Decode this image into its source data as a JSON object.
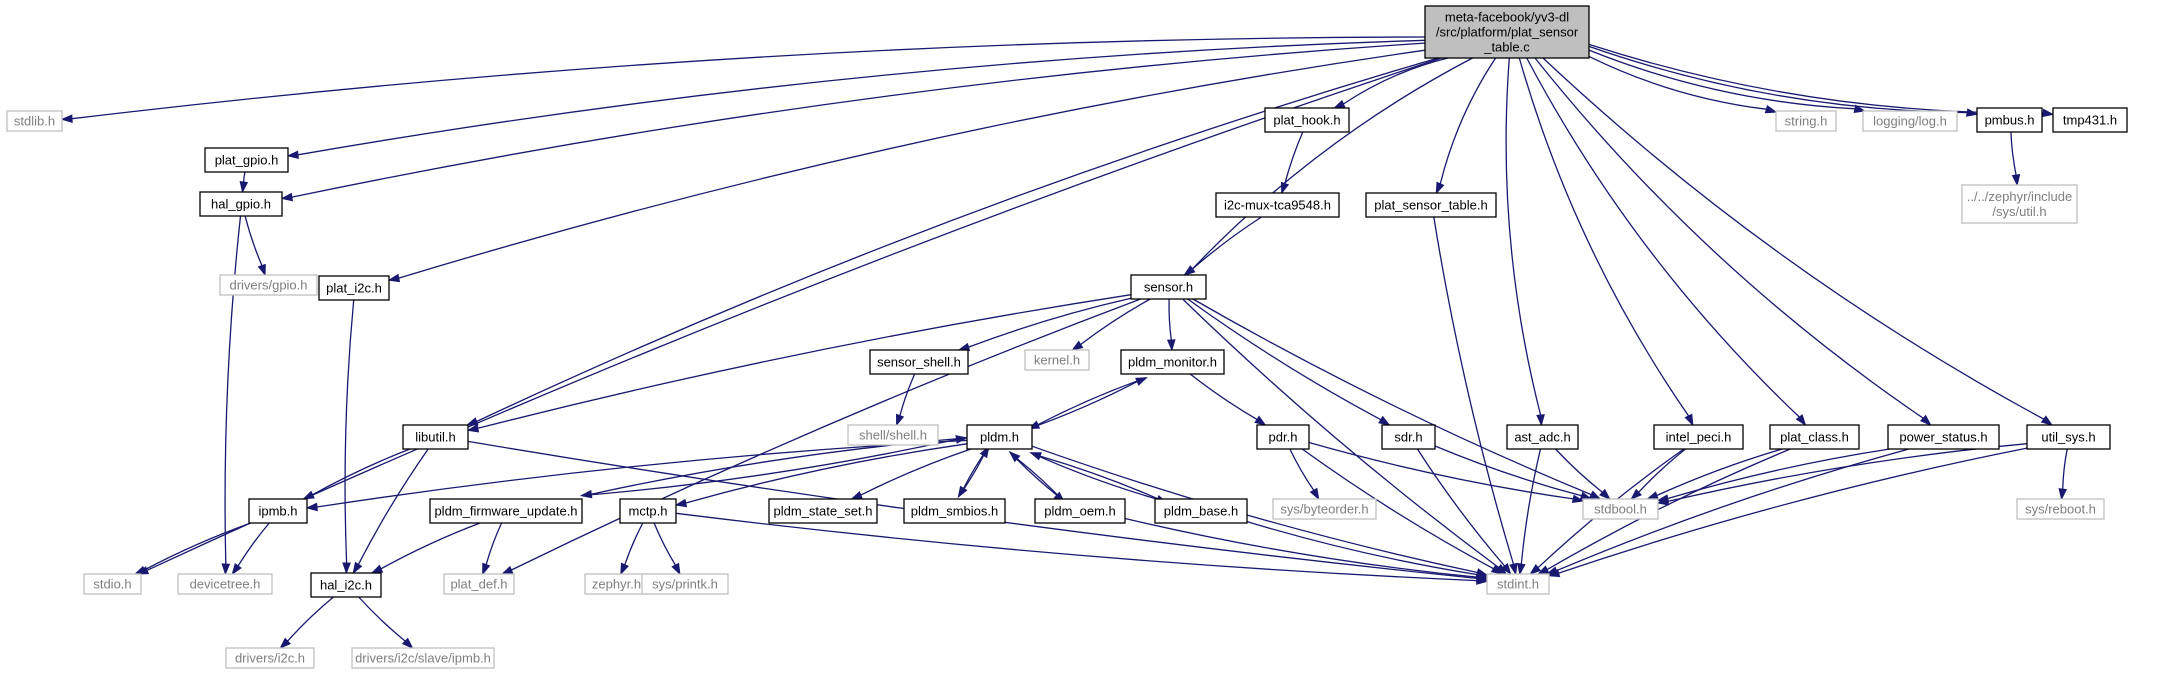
{
  "graph": {
    "root": {
      "lines": [
        "meta-facebook/yv3-dl",
        "/src/platform/plat_sensor",
        "_table.c"
      ]
    },
    "nodes": {
      "stdlib": "stdlib.h",
      "plat_gpio": "plat_gpio.h",
      "hal_gpio": "hal_gpio.h",
      "drivers_gpio": "drivers/gpio.h",
      "plat_i2c": "plat_i2c.h",
      "libutil": "libutil.h",
      "ipmb": "ipmb.h",
      "stdio": "stdio.h",
      "devicetree": "devicetree.h",
      "hal_i2c": "hal_i2c.h",
      "drivers_i2c": "drivers/i2c.h",
      "drivers_slave": "drivers/i2c/slave/ipmb.h",
      "plat_hook": "plat_hook.h",
      "mux": "i2c-mux-tca9548.h",
      "plat_sensor_table": "plat_sensor_table.h",
      "sensor": "sensor.h",
      "sensor_shell": "sensor_shell.h",
      "shell": "shell/shell.h",
      "kernel": "kernel.h",
      "pldm_monitor": "pldm_monitor.h",
      "pldm": "pldm.h",
      "pldm_fw": "pldm_firmware_update.h",
      "plat_def": "plat_def.h",
      "mctp": "mctp.h",
      "zephyr": "zephyr.h",
      "printk": "sys/printk.h",
      "pldm_state": "pldm_state_set.h",
      "pldm_smbios": "pldm_smbios.h",
      "pldm_oem": "pldm_oem.h",
      "pldm_base": "pldm_base.h",
      "pdr": "pdr.h",
      "byteorder": "sys/byteorder.h",
      "sdr": "sdr.h",
      "stdint": "stdint.h",
      "ast_adc": "ast_adc.h",
      "stdbool": "stdbool.h",
      "intel_peci": "intel_peci.h",
      "plat_class": "plat_class.h",
      "power_status": "power_status.h",
      "util_sys": "util_sys.h",
      "reboot": "sys/reboot.h",
      "string": "string.h",
      "log": "logging/log.h",
      "pmbus": "pmbus.h",
      "zephyr_util": [
        "../../zephyr/include",
        "/sys/util.h"
      ],
      "tmp431": "tmp431.h"
    }
  },
  "colors": {
    "edge": "#191970",
    "doc_border": "#000000",
    "ext_border": "#bfbfbf",
    "ext_text": "#7f7f7f",
    "root_fill": "#bfbfbf"
  }
}
